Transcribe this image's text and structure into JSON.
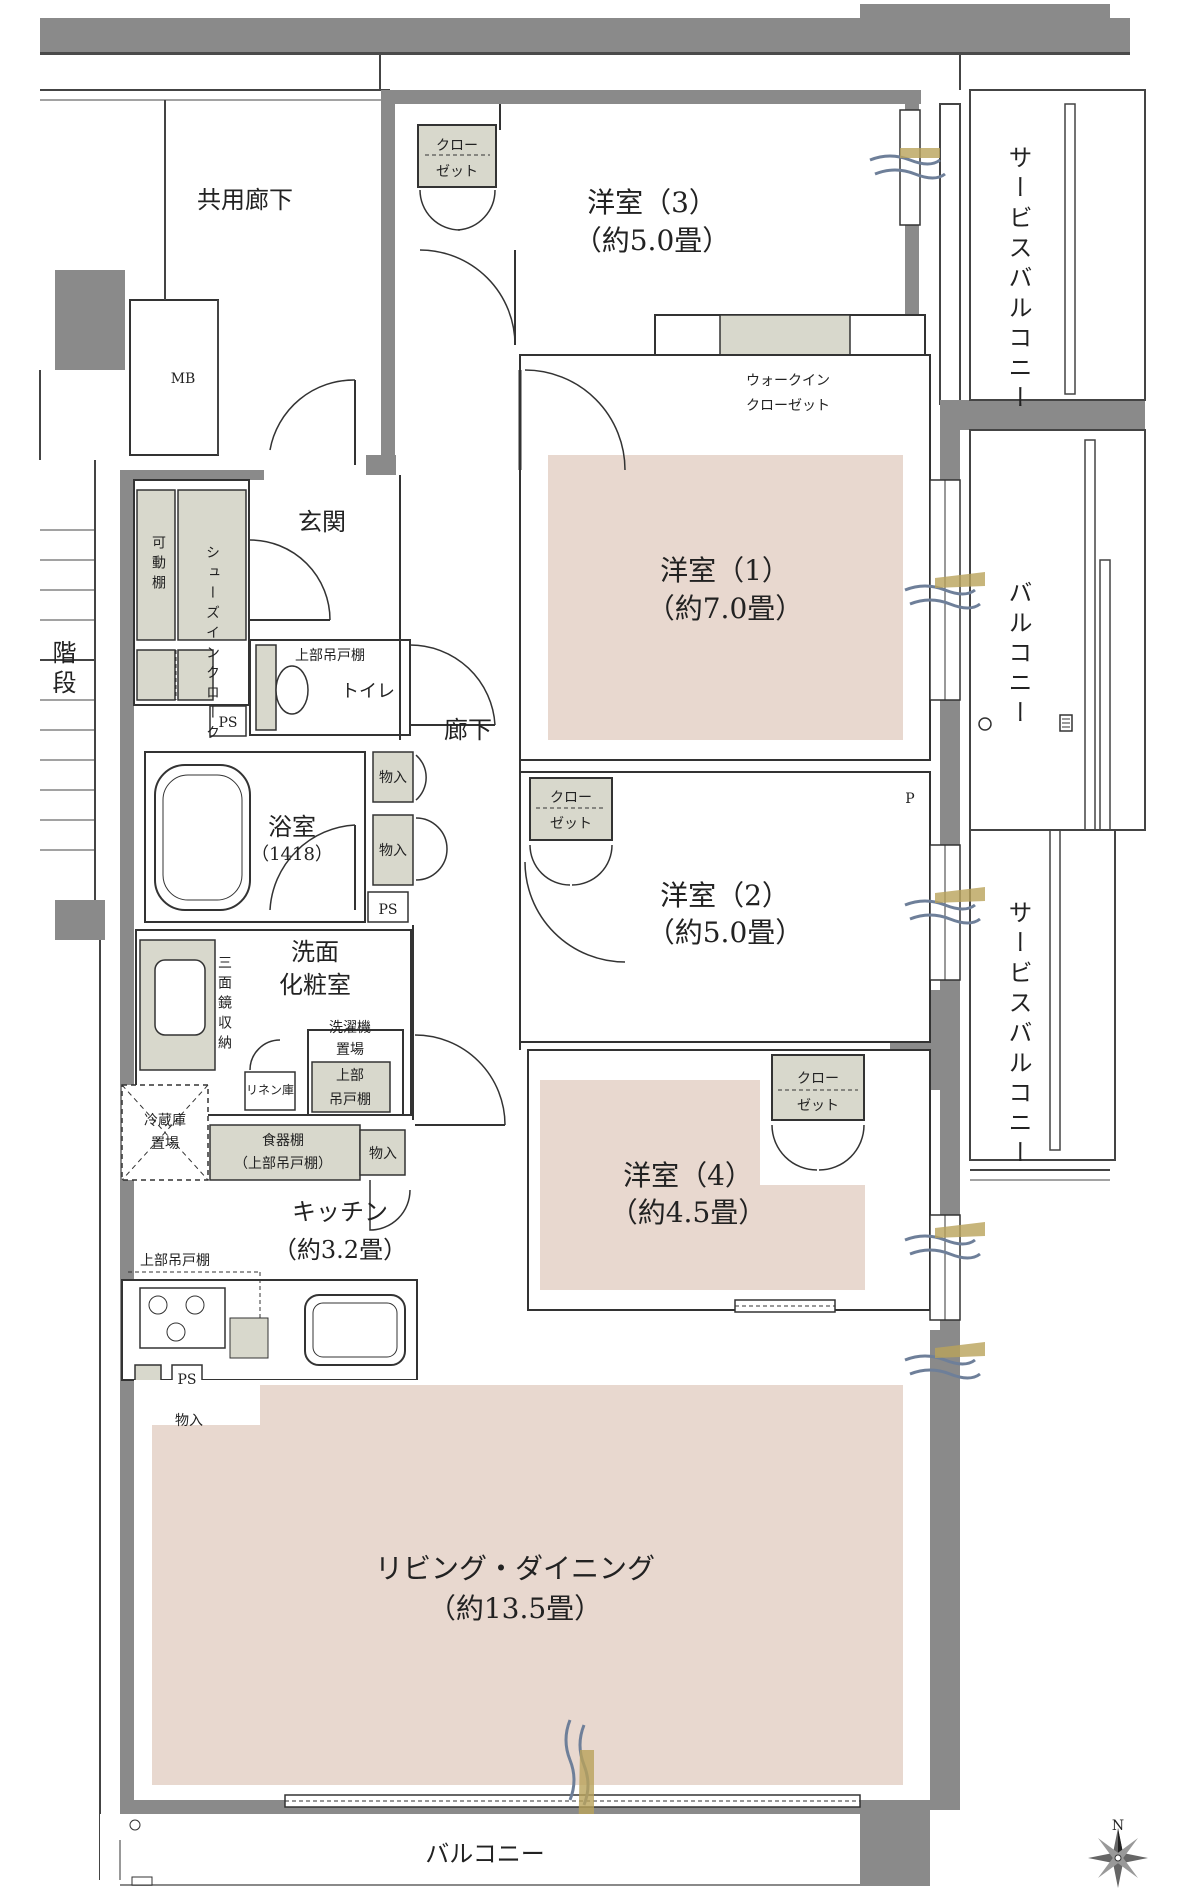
{
  "colors": {
    "wall": "#8a8a8a",
    "wall_dark": "#4a4a4a",
    "floor_accent": "#e8d8cf",
    "storage": "#d8d8cc",
    "wind": "#b9a25a",
    "wind_blue": "#6e7f99"
  },
  "rooms": {
    "bedroom3": {
      "name": "洋室（3）",
      "size": "（約5.0畳）"
    },
    "bedroom1": {
      "name": "洋室（1）",
      "size": "（約7.0畳）"
    },
    "bedroom2": {
      "name": "洋室（2）",
      "size": "（約5.0畳）"
    },
    "bedroom4": {
      "name": "洋室（4）",
      "size": "（約4.5畳）"
    },
    "living": {
      "name": "リビング・ダイニング",
      "size": "（約13.5畳）"
    },
    "kitchen": {
      "name": "キッチン",
      "size": "（約3.2畳）"
    },
    "bath": {
      "name": "浴室",
      "size": "（1418）"
    },
    "washroom": {
      "line1": "洗面",
      "line2": "化粧室"
    },
    "entrance": "玄関",
    "hallway": "廊下",
    "toilet": "トイレ",
    "common_corridor": "共用廊下",
    "stairs": "階段"
  },
  "storage": {
    "closet_line1": "クロー",
    "closet_line2": "ゼット",
    "walkin_line1": "ウォークイン",
    "walkin_line2": "クローゼット",
    "shoes_in_cloak": "シューズインクローク",
    "movable_shelf": "可動棚",
    "upper_cabinet": "上部吊戸棚",
    "storage": "物入",
    "three_mirror": "三面鏡収納",
    "linen": "リネン庫",
    "washer_line1": "洗濯機",
    "washer_line2": "置場",
    "upper_line1": "上部",
    "upper_line2": "吊戸棚",
    "fridge_line1": "冷蔵庫",
    "fridge_line2": "置場",
    "dish_line1": "食器棚",
    "dish_line2": "（上部吊戸棚）"
  },
  "outdoor": {
    "service_balcony": "サービスバルコニー",
    "balcony": "バルコニー"
  },
  "marks": {
    "ps": "PS",
    "mb": "MB",
    "p": "P",
    "north": "N"
  }
}
